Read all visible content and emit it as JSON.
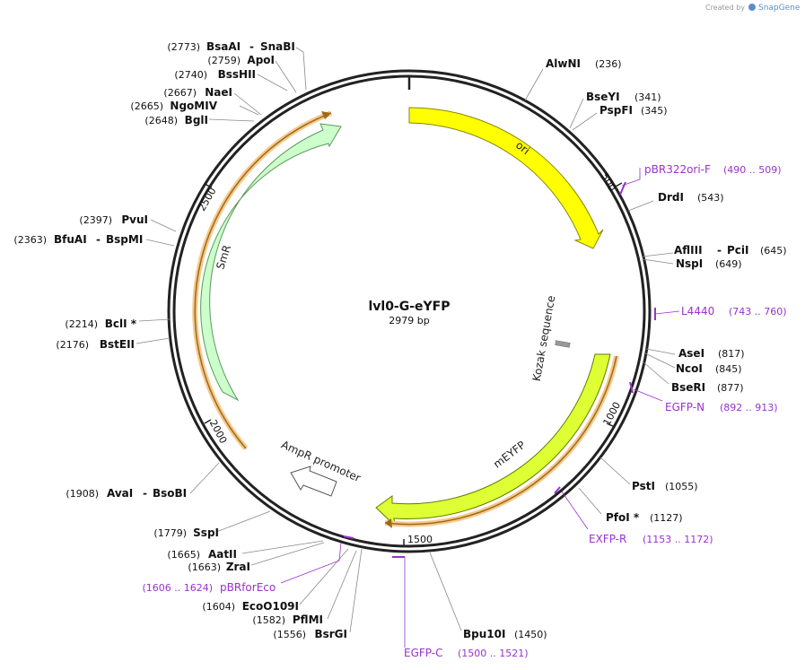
{
  "credit": {
    "prefix": "Created by",
    "brand": "SnapGene"
  },
  "plasmid": {
    "name": "lvl0-G-eYFP",
    "size": "2979 bp",
    "length": 2979
  },
  "ticks": [
    {
      "pos": 500,
      "label": "500"
    },
    {
      "pos": 1000,
      "label": "1000"
    },
    {
      "pos": 1500,
      "label": "1500"
    },
    {
      "pos": 2000,
      "label": "2000"
    },
    {
      "pos": 2500,
      "label": "2500"
    }
  ],
  "features": [
    {
      "name": "ori",
      "color": "#ffff00"
    },
    {
      "name": "mEYFP",
      "color": "#ddff33"
    },
    {
      "name": "SmR",
      "color": "#ccffcc"
    },
    {
      "name": "AmpR promoter",
      "color": "#ffffff"
    },
    {
      "name": "Kozak sequence",
      "color": "#999999"
    }
  ],
  "sites": [
    {
      "name": "AlwNI",
      "pos": "(236)"
    },
    {
      "name": "BseYI",
      "pos": "(341)"
    },
    {
      "name": "PspFI",
      "pos": "(345)"
    },
    {
      "name": "DrdI",
      "pos": "(543)"
    },
    {
      "name": "AflIII",
      "name2": "PciI",
      "pos": "(645)"
    },
    {
      "name": "NspI",
      "pos": "(649)"
    },
    {
      "name": "AseI",
      "pos": "(817)"
    },
    {
      "name": "NcoI",
      "pos": "(845)"
    },
    {
      "name": "BseRI",
      "pos": "(877)"
    },
    {
      "name": "PstI",
      "pos": "(1055)"
    },
    {
      "name": "PfoI *",
      "pos": "(1127)"
    },
    {
      "name": "Bpu10I",
      "pos": "(1450)"
    },
    {
      "name": "BsrGI",
      "pos": "(1556)"
    },
    {
      "name": "PflMI",
      "pos": "(1582)"
    },
    {
      "name": "EcoO109I",
      "pos": "(1604)"
    },
    {
      "name": "ZraI",
      "pos": "(1663)"
    },
    {
      "name": "AatII",
      "pos": "(1665)"
    },
    {
      "name": "SspI",
      "pos": "(1779)"
    },
    {
      "name": "AvaI",
      "name2": "BsoBI",
      "pos": "(1908)"
    },
    {
      "name": "BstEII",
      "pos": "(2176)"
    },
    {
      "name": "BclI *",
      "pos": "(2214)"
    },
    {
      "name": "BfuAI",
      "name2": "BspMI",
      "pos": "(2363)"
    },
    {
      "name": "PvuI",
      "pos": "(2397)"
    },
    {
      "name": "BglI",
      "pos": "(2648)"
    },
    {
      "name": "NgoMIV",
      "pos": "(2665)"
    },
    {
      "name": "NaeI",
      "pos": "(2667)"
    },
    {
      "name": "BssHII",
      "pos": "(2740)"
    },
    {
      "name": "ApoI",
      "pos": "(2759)"
    },
    {
      "name": "BsaAI",
      "name2": "SnaBI",
      "pos": "(2773)"
    }
  ],
  "primers": [
    {
      "name": "pBR322ori-F",
      "range": "(490 .. 509)"
    },
    {
      "name": "L4440",
      "range": "(743 .. 760)"
    },
    {
      "name": "EGFP-N",
      "range": "(892 .. 913)"
    },
    {
      "name": "EXFP-R",
      "range": "(1153 .. 1172)"
    },
    {
      "name": "EGFP-C",
      "range": "(1500 .. 1521)"
    },
    {
      "name": "pBRforEco",
      "range": "(1606 .. 1624)"
    }
  ]
}
